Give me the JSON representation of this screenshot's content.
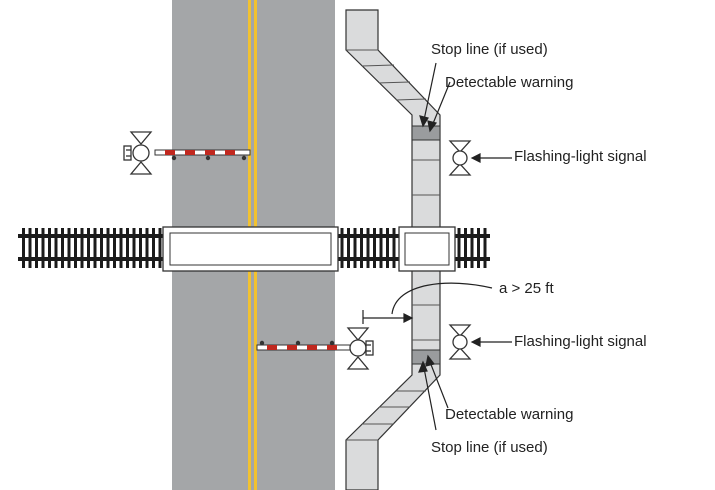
{
  "labels": {
    "stop_line_top": "Stop line (if used)",
    "detectable_warning_top": "Detectable warning",
    "flashing_light_signal_top": "Flashing-light signal",
    "distance": "a > 25 ft",
    "flashing_light_signal_bottom": "Flashing-light signal",
    "detectable_warning_bottom": "Detectable warning",
    "stop_line_bottom": "Stop line (if used)"
  },
  "colors": {
    "road": "#a4a6a8",
    "centerline": "#f2c230",
    "sidewalk": "#dadbdc",
    "rail": "#1b1b1b",
    "gate_red": "#c0281f",
    "outline": "#333333"
  }
}
